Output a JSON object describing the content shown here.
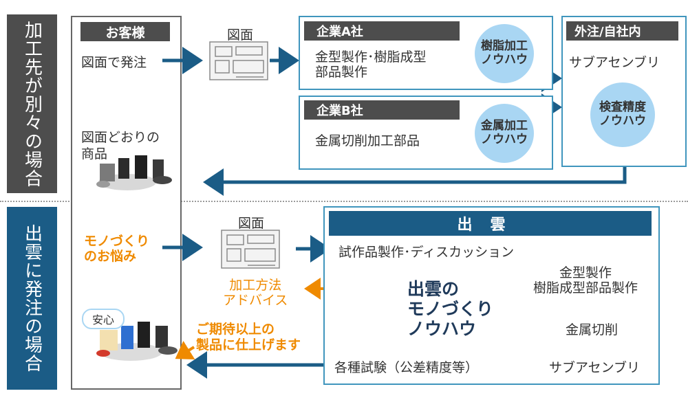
{
  "side_labels": {
    "top": "加工先が別々の場合",
    "bottom": "出雲に発注の場合"
  },
  "customer": {
    "title": "お客様",
    "order_by_drawing": "図面で発注",
    "product_line1": "図面どおりの",
    "product_line2": "商品",
    "worries_line1": "モノづくり",
    "worries_line2": "のお悩み",
    "anshin": "安心"
  },
  "drawing_label_top": "図面",
  "drawing_label_bottom": "図面",
  "company_a": {
    "title": "企業A社",
    "line1": "金型製作･樹脂成型",
    "line2": "部品製作",
    "knowhow_line1": "樹脂加工",
    "knowhow_line2": "ノウハウ"
  },
  "company_b": {
    "title": "企業B社",
    "line1": "金属切削加工部品",
    "knowhow_line1": "金属加工",
    "knowhow_line2": "ノウハウ"
  },
  "outsource": {
    "title": "外注/自社内",
    "line1": "サブアセンブリ",
    "knowhow_line1": "検査精度",
    "knowhow_line2": "ノウハウ"
  },
  "izumo": {
    "title": "出雲",
    "prototype": "試作品製作･ディスカッション",
    "mold_line1": "金型製作",
    "mold_line2": "樹脂成型部品製作",
    "metal_cutting": "金属切削",
    "sub_assembly": "サブアセンブリ",
    "tests": "各種試験（公差精度等）",
    "cloud_line1": "出雲の",
    "cloud_line2": "モノづくり",
    "cloud_line3": "ノウハウ"
  },
  "advice": {
    "line1": "加工方法",
    "line2": "アドバイス"
  },
  "exceed": {
    "line1": "ご期待以上の",
    "line2": "製品に仕上げます"
  },
  "colors": {
    "dark_gray": "#4d4d4d",
    "navy": "#1b5c86",
    "blue_border": "#3f95bd",
    "light_blue": "#a9d6f3",
    "cloud": "#9fd3f3",
    "orange": "#ef8a00",
    "arrow_blue": "#1b5c86",
    "bar_blue": "#1f9bd1"
  }
}
